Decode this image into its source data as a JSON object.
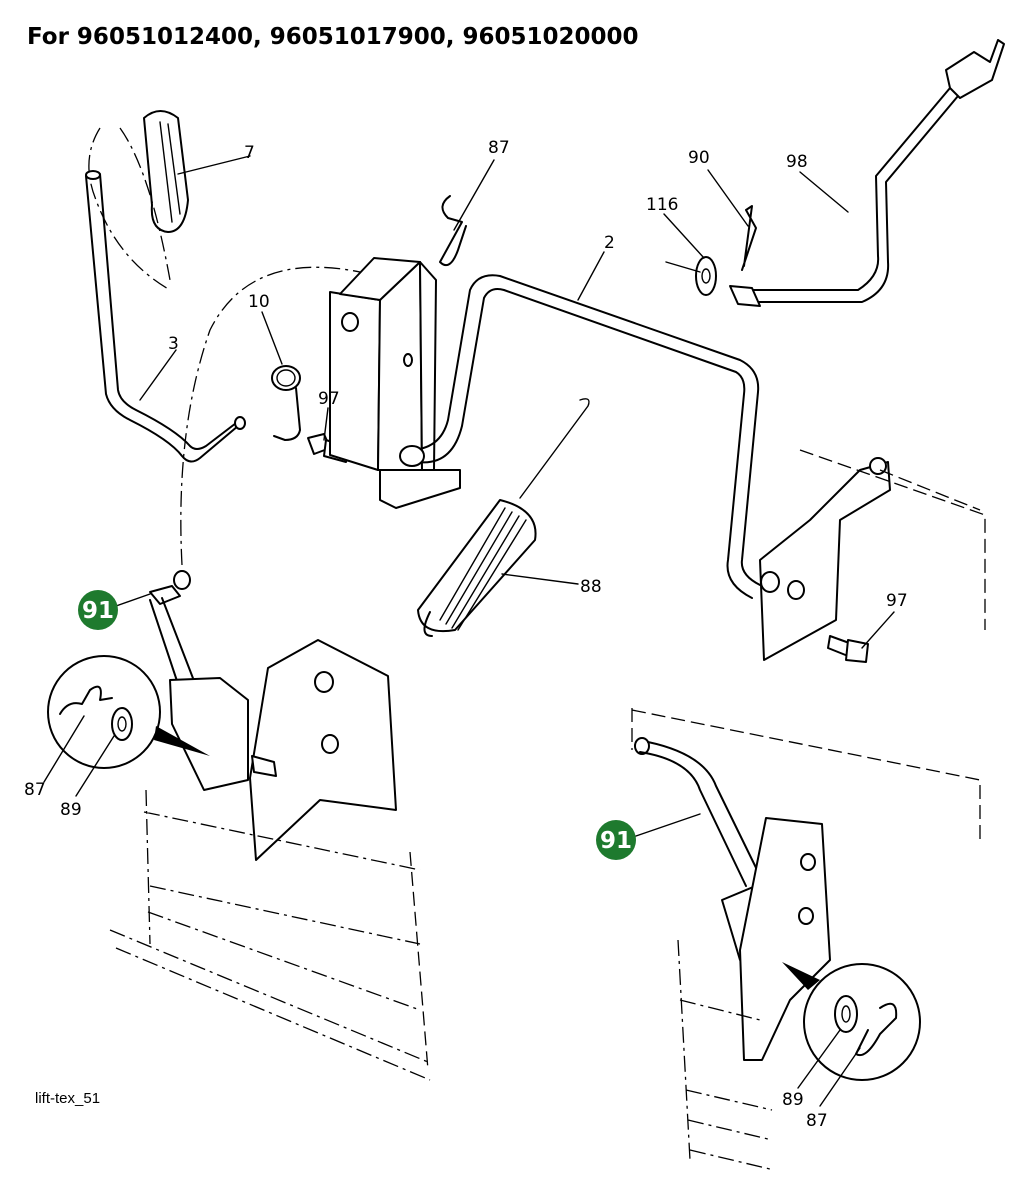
{
  "title": "For 96051012400, 96051017900, 96051020000",
  "reference": "lift-tex_51",
  "badge_color": "#1e7a2e",
  "labels": {
    "p7": "7",
    "p87a": "87",
    "p90": "90",
    "p98": "98",
    "p116": "116",
    "p2": "2",
    "p10": "10",
    "p3": "3",
    "p97a": "97",
    "p88": "88",
    "p97b": "97",
    "p91a": "91",
    "p87b": "87",
    "p89a": "89",
    "p91b": "91",
    "p89b": "89",
    "p87c": "87"
  }
}
